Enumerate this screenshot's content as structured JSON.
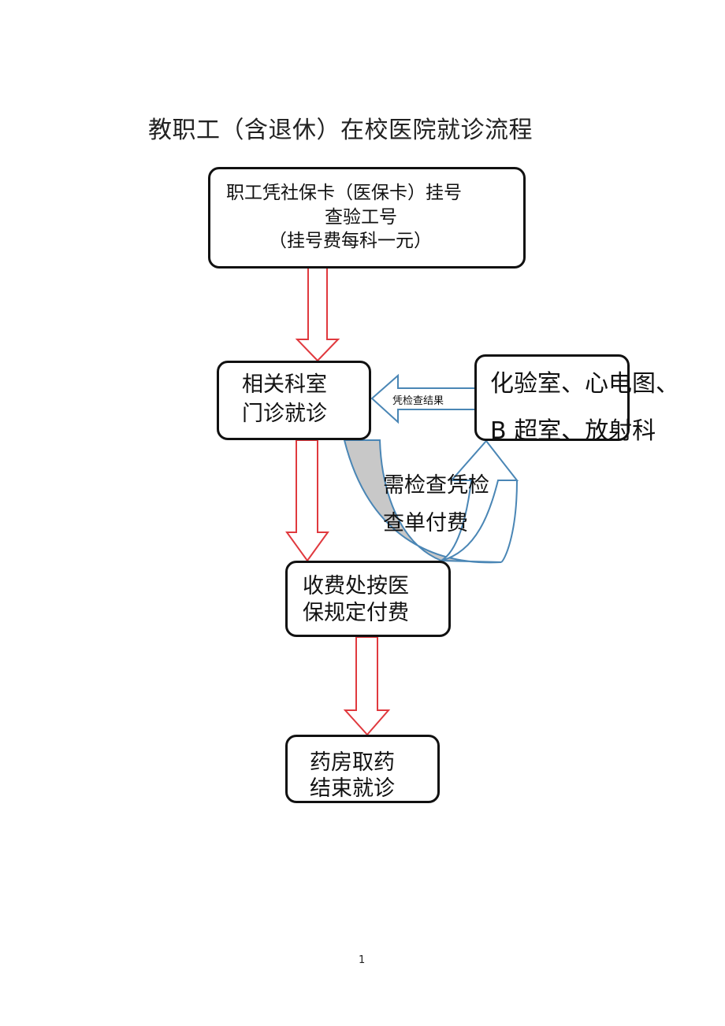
{
  "title": "教职工（含退休）在校医院就诊流程",
  "nodes": {
    "register": {
      "line1": "职工凭社保卡（医保卡）挂号",
      "line2": "查验工号",
      "line3": "（挂号费每科一元）"
    },
    "department": {
      "line1": "相关科室",
      "line2": "门诊就诊"
    },
    "exam_rooms": {
      "line1": "化验室、心电图、",
      "line2": "B 超室、放射科"
    },
    "cashier": {
      "line1": "收费处按医",
      "line2": "保规定付费"
    },
    "pharmacy": {
      "line1": "药房取药",
      "line2": "结束就诊"
    }
  },
  "edges": {
    "exam_to_department_label": "凭检查结果",
    "department_to_exam_label_line1": "需检查凭检",
    "department_to_exam_label_line2": "查单付费"
  },
  "colors": {
    "flow_arrow": "#e0393e",
    "side_arrow": "#4a86b5",
    "side_fill": "#c8c8c8",
    "box_border": "#111111"
  },
  "page_number": "1"
}
